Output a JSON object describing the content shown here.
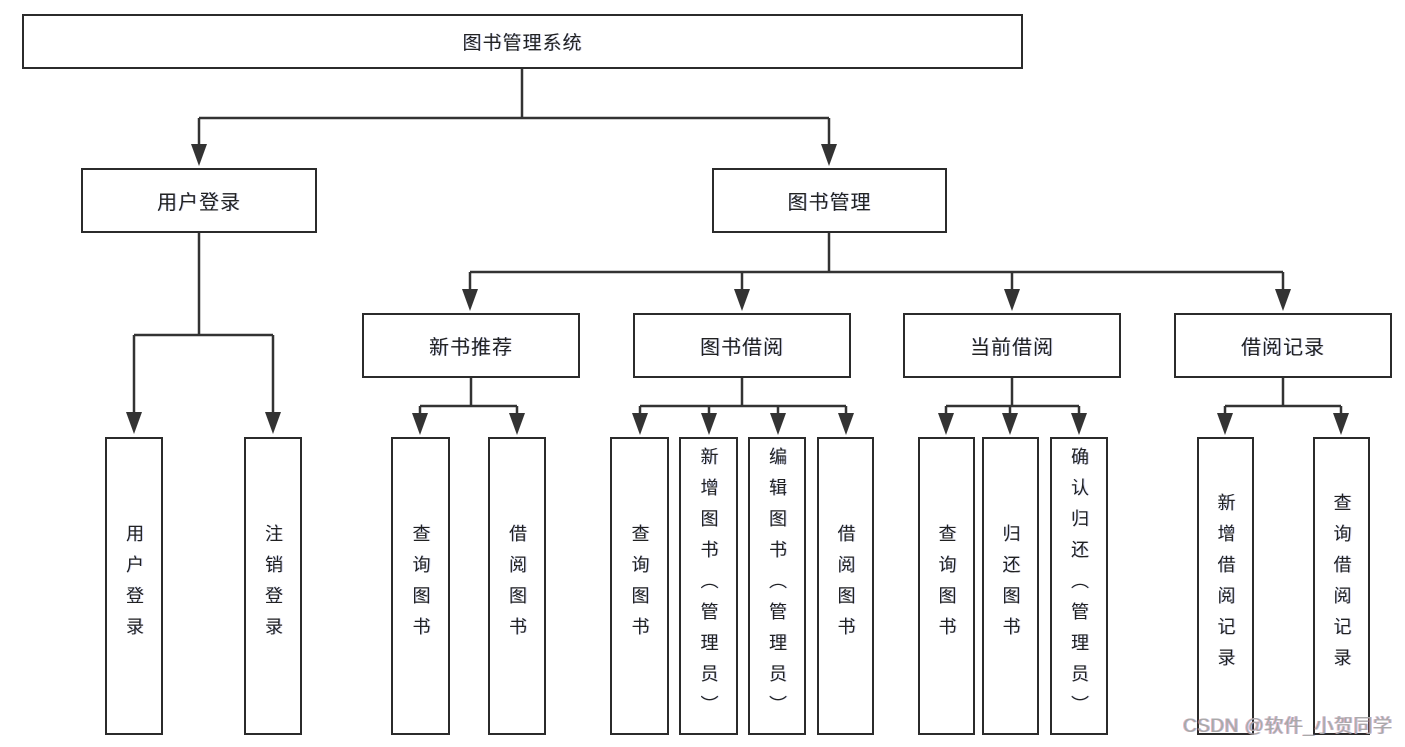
{
  "diagram": {
    "tree": {
      "root": {
        "label": "图书管理系统",
        "children": [
          {
            "label": "用户登录",
            "children": [
              {
                "label": "用户登录"
              },
              {
                "label": "注销登录"
              }
            ]
          },
          {
            "label": "图书管理",
            "children": [
              {
                "label": "新书推荐",
                "children": [
                  {
                    "label": "查询图书"
                  },
                  {
                    "label": "借阅图书"
                  }
                ]
              },
              {
                "label": "图书借阅",
                "children": [
                  {
                    "label": "查询图书"
                  },
                  {
                    "label": "新增图书（管理员）"
                  },
                  {
                    "label": "编辑图书（管理员）"
                  },
                  {
                    "label": "借阅图书"
                  }
                ]
              },
              {
                "label": "当前借阅",
                "children": [
                  {
                    "label": "查询图书"
                  },
                  {
                    "label": "归还图书"
                  },
                  {
                    "label": "确认归还（管理员）"
                  }
                ]
              },
              {
                "label": "借阅记录",
                "children": [
                  {
                    "label": "新增借阅记录"
                  },
                  {
                    "label": "查询借阅记录"
                  }
                ]
              }
            ]
          }
        ]
      }
    },
    "watermark": {
      "text": "CSDN @软件_小贺同学"
    },
    "colors": {
      "line": "#333333",
      "box_border": "#2b2b2b",
      "text": "#212121",
      "watermark": "#a9a9a9",
      "background": "#ffffff"
    }
  }
}
